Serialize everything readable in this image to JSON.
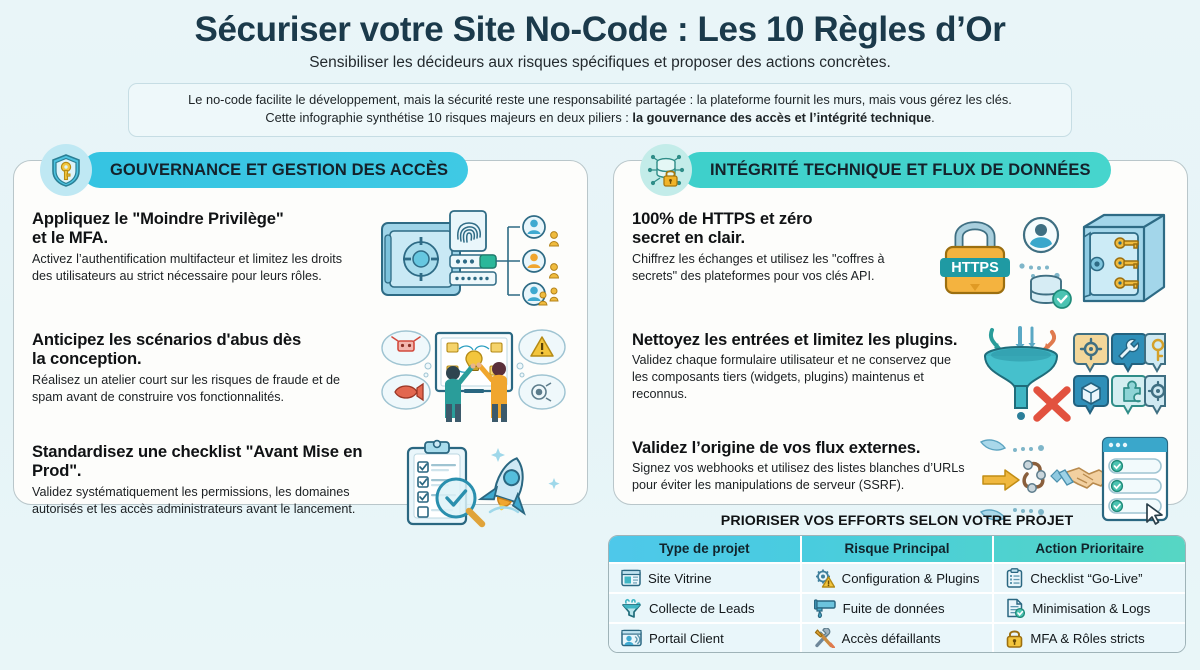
{
  "header": {
    "title": "Sécuriser votre Site No-Code : Les 10 Règles d’Or",
    "subtitle": "Sensibiliser les décideurs aux risques spécifiques et proposer des actions concrètes.",
    "intro_line1": "Le no-code facilite le développement, mais la sécurité reste une responsabilité partagée : la plateforme fournit les murs, mais vous gérez les clés.",
    "intro_line2_prefix": "Cette infographie synthétise 10 risques majeurs en deux piliers : ",
    "intro_line2_bold": "la gouvernance des accès et l’intégrité technique",
    "intro_line2_suffix": "."
  },
  "columns": [
    {
      "id": "gouvernance",
      "pill_label": "GOUVERNANCE ET GESTION DES ACCÈS",
      "pill_icon": "shield-key-icon",
      "accent": "#35c4e2",
      "rules": [
        {
          "heading": "Appliquez le \"Moindre Privilège\"\net le MFA.",
          "body": "Activez l’authentification multifacteur et limitez les droits des utilisateurs au strict nécessaire pour leurs rôles.",
          "art": "safe-fingerprint-users-illustration"
        },
        {
          "heading": "Anticipez les scénarios d'abus dès\nla conception.",
          "body": "Réalisez un atelier court sur les risques de fraude et de spam avant de construire vos fonctionnalités.",
          "art": "workshop-whiteboard-illustration"
        },
        {
          "heading": "Standardisez une checklist \"Avant Mise en Prod\".",
          "body": "Validez systématiquement les permissions, les domaines autorisés et les accès administrateurs avant le lancement.",
          "art": "clipboard-rocket-illustration"
        }
      ]
    },
    {
      "id": "integrite",
      "pill_label": "INTÉGRITÉ TECHNIQUE ET FLUX DE DONNÉES",
      "pill_icon": "database-lock-icon",
      "accent": "#3ed0cb",
      "rules": [
        {
          "heading": "100% de HTTPS et zéro\nsecret en clair.",
          "body": "Chiffrez les échanges et utilisez les \"coffres à secrets\" des plateformes pour vos clés API.",
          "art": "https-padlock-vault-illustration",
          "art_label": "HTTPS"
        },
        {
          "heading": "Nettoyez les entrées et limitez les plugins.",
          "body": "Validez chaque formulaire utilisateur et ne conservez que les composants tiers (widgets, plugins) maintenus et reconnus.",
          "art": "funnel-plugins-illustration"
        },
        {
          "heading": "Validez l’origine de vos flux externes.",
          "body": "Signez vos webhooks et utilisez des listes blanches d’URLs pour éviter les manipulations de serveur (SSRF).",
          "art": "webhook-handshake-checklist-illustration"
        }
      ]
    }
  ],
  "table": {
    "title": "PRIORISER VOS EFFORTS SELON VOTRE PROJET",
    "headers": [
      "Type de projet",
      "Risque Principal",
      "Action Prioritaire"
    ],
    "rows": [
      {
        "cells": [
          {
            "icon": "website-window-icon",
            "label": "Site Vitrine"
          },
          {
            "icon": "gear-warning-icon",
            "label": "Configuration & Plugins"
          },
          {
            "icon": "clipboard-list-icon",
            "label": "Checklist “Go-Live”"
          }
        ]
      },
      {
        "cells": [
          {
            "icon": "funnel-leads-icon",
            "label": "Collecte de Leads"
          },
          {
            "icon": "leaking-pipe-icon",
            "label": "Fuite de données"
          },
          {
            "icon": "document-check-icon",
            "label": "Minimisation & Logs"
          }
        ]
      },
      {
        "cells": [
          {
            "icon": "user-portal-icon",
            "label": "Portail Client"
          },
          {
            "icon": "broken-tools-icon",
            "label": "Accès défaillants"
          },
          {
            "icon": "padlock-icon",
            "label": "MFA & Rôles stricts"
          }
        ]
      }
    ]
  },
  "colors": {
    "page_background": "#e6f4f7",
    "card_background": "#fdfdfb",
    "title_navy": "#1b3a4b",
    "pill_cyan": "#35c4e2",
    "pill_teal": "#3ed0cb",
    "table_row": "#e9f6fa",
    "gold": "#f0b429",
    "orange": "#f5a03c"
  }
}
